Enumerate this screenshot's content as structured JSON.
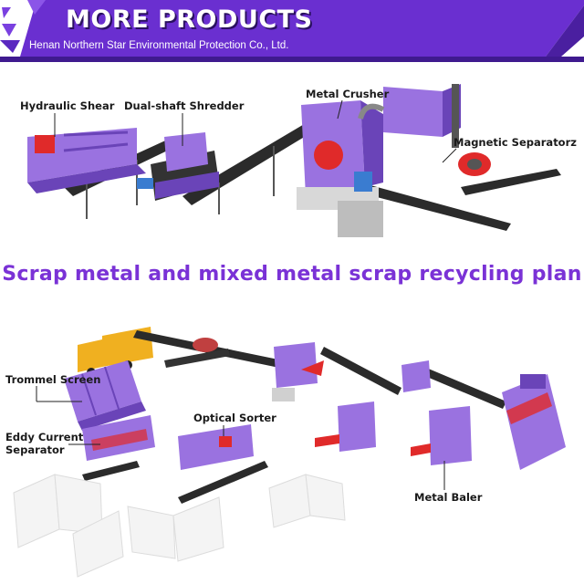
{
  "header": {
    "title": "MORE PRODUCTS",
    "company": "Henan Northern Star Environmental Protection Co., Ltd."
  },
  "main_title": "Scrap metal and mixed metal scrap recycling plan",
  "labels": {
    "hydraulic_shear": "Hydraulic Shear",
    "dual_shaft_shredder": "Dual-shaft Shredder",
    "metal_crusher": "Metal Crusher",
    "magnetic_separator": "Magnetic Separatorz",
    "trommel_screen": "Trommel Screen",
    "eddy_line1": "Eddy Current",
    "eddy_line2": "Separator",
    "optical_sorter": "Optical Sorter",
    "metal_baler": "Metal Baler"
  },
  "colors": {
    "banner": "#6a2fd0",
    "banner_dark": "#3f1a8f",
    "machine": "#9a72e0",
    "machine_dark": "#6a44b8",
    "conveyor": "#2b2b2b",
    "accent_red": "#e02a2a",
    "title": "#7a32d6"
  }
}
